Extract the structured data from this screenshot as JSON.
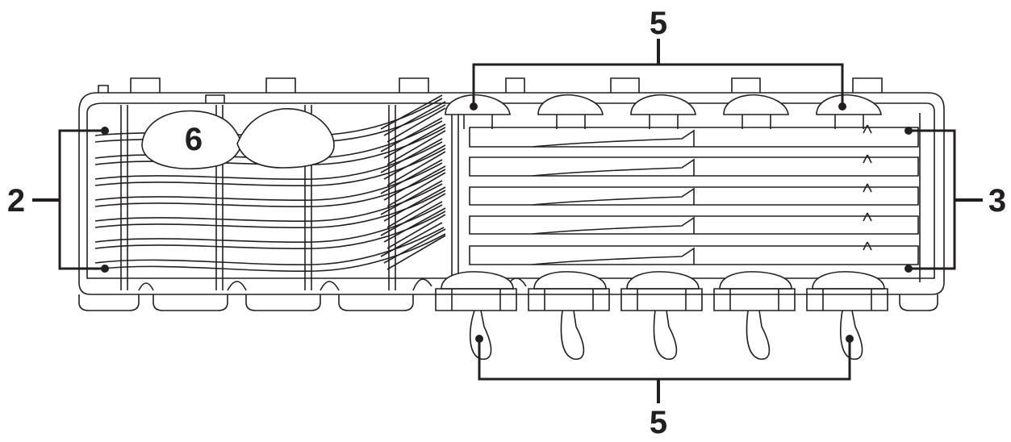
{
  "diagram": {
    "labels": {
      "top": "5",
      "bottom": "5",
      "left": "2",
      "right": "3",
      "center": "6"
    },
    "colors": {
      "ink": "#231f20",
      "paper": "#ffffff"
    }
  }
}
